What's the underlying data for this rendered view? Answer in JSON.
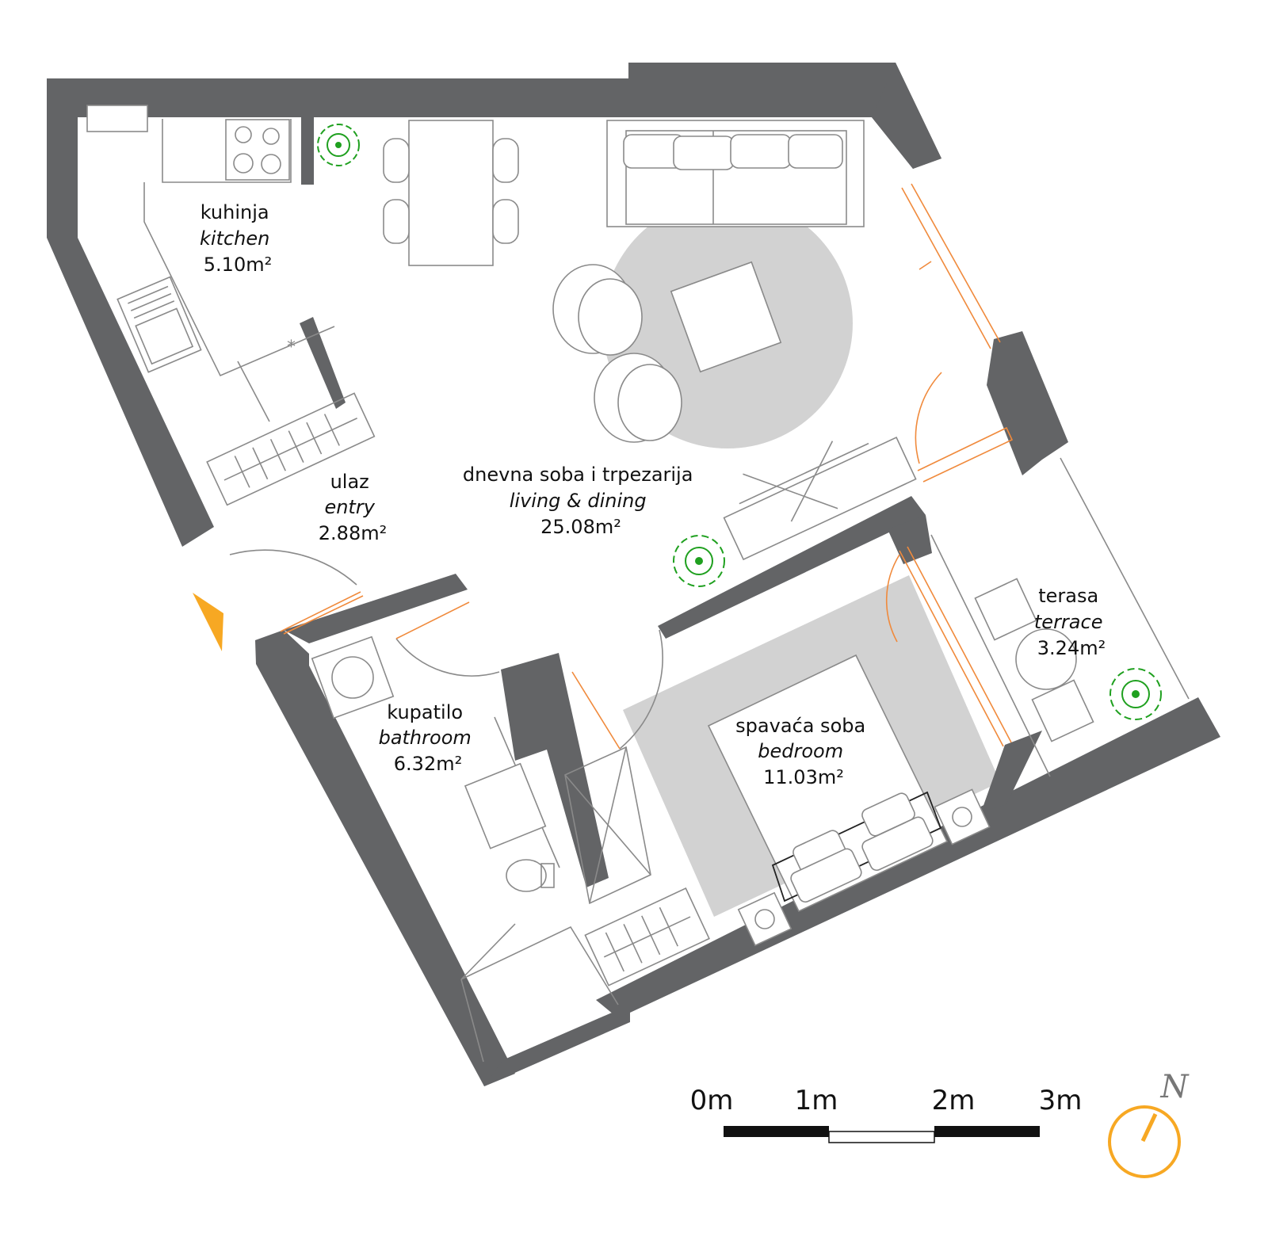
{
  "rooms": {
    "kitchen": {
      "name_local": "kuhinja",
      "name_en": "kitchen",
      "area": "5.10m²"
    },
    "entry": {
      "name_local": "ulaz",
      "name_en": "entry",
      "area": "2.88m²"
    },
    "living": {
      "name_local": "dnevna soba i trpezarija",
      "name_en": "living & dining",
      "area": "25.08m²"
    },
    "bathroom": {
      "name_local": "kupatilo",
      "name_en": "bathroom",
      "area": "6.32m²"
    },
    "bedroom": {
      "name_local": "spavaća soba",
      "name_en": "bedroom",
      "area": "11.03m²"
    },
    "terrace": {
      "name_local": "terasa",
      "name_en": "terrace",
      "area": "3.24m²"
    }
  },
  "scale": {
    "labels": [
      "0m",
      "1m",
      "2m",
      "3m"
    ]
  },
  "compass": {
    "label": "N"
  },
  "colors": {
    "wall": "#636466",
    "door": "#f08a3c",
    "accent": "#f7a823",
    "rug": "#d2d2d2",
    "plant": "#1fa01f",
    "line": "#8a8a8a"
  },
  "icons": [
    "plant-icon",
    "entrance-marker-icon",
    "compass-icon"
  ]
}
